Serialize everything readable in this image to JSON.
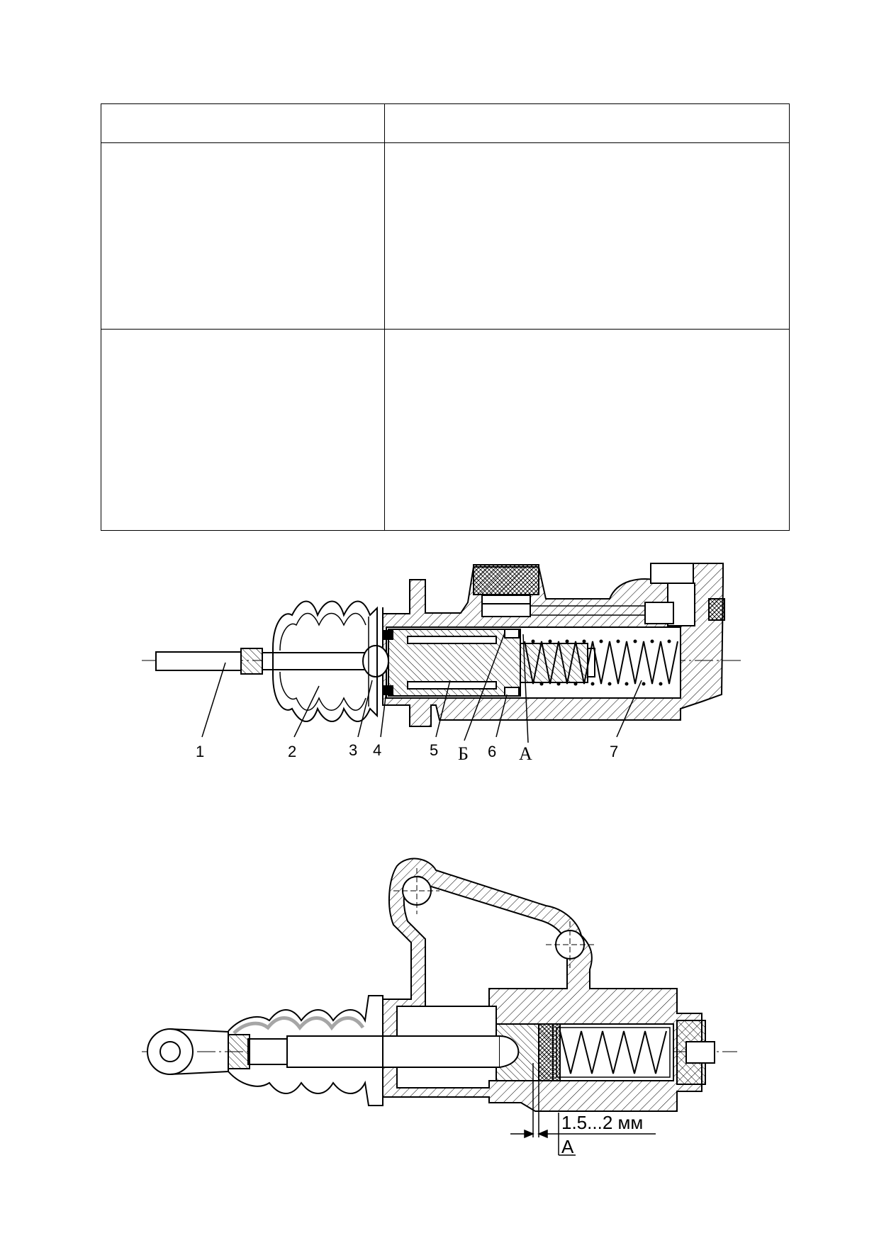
{
  "table": {
    "rows": [
      {
        "left": "",
        "right": ""
      },
      {
        "left": "",
        "right": ""
      },
      {
        "left": "",
        "right": ""
      }
    ]
  },
  "figure1": {
    "callouts": [
      "1",
      "2",
      "3",
      "4",
      "5",
      "Б",
      "6",
      "А",
      "7"
    ]
  },
  "figure2": {
    "dimension": "1.5...2 мм",
    "view_label": "А"
  },
  "colors": {
    "line": "#000000",
    "paper": "#ffffff",
    "hatch": "#000000"
  }
}
